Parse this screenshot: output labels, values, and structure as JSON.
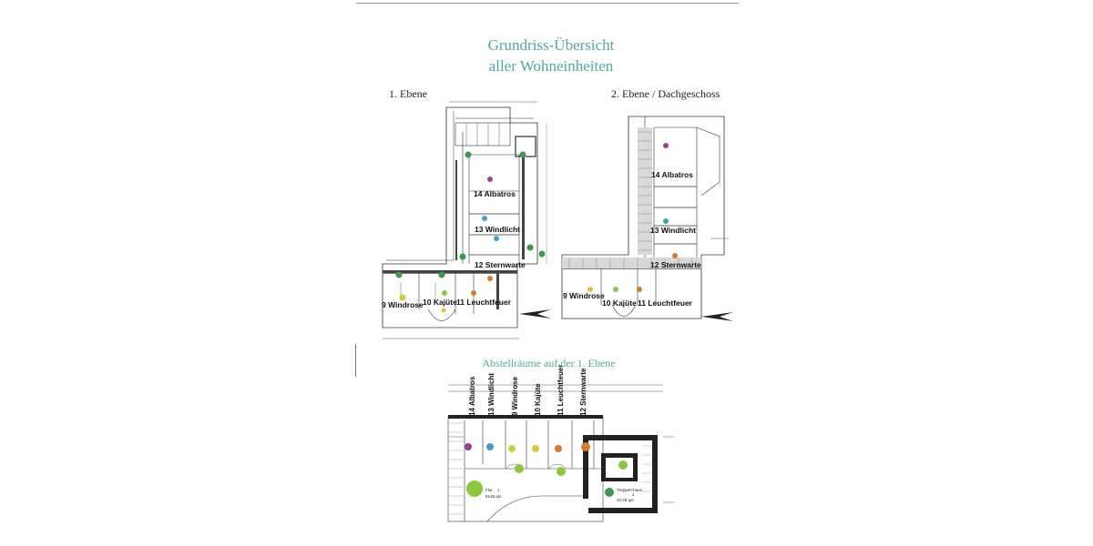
{
  "title": {
    "line1": "Grundriss-Übersicht",
    "line2": "aller Wohneinheiten"
  },
  "levels": {
    "first": "1. Ebene",
    "second": "2. Ebene / Dachgeschoss"
  },
  "plan1_units": [
    "14 Albatros",
    "13 Windlicht",
    "12 Sternwarte",
    "9 Windrose",
    "10 Kajüte",
    "11 Leuchtfeuer"
  ],
  "plan2_units": [
    "14 Albatros",
    "13 Windlicht",
    "12 Sternwarte",
    "9 Windrose",
    "10 Kajüte",
    "11 Leuchtfeuer"
  ],
  "storage": {
    "title": "Abstellräume auf der 1. Ebene",
    "columns": [
      "14 Albatros",
      "13 Windlicht",
      "9 Windrose",
      "10 Kajüte",
      "11 Leuchtfeuer",
      "12 Sternwarte"
    ],
    "flur": {
      "name": "Flur",
      "number": "1",
      "area": "6148 qm"
    },
    "treppenhaus": {
      "name": "Treppen-haus",
      "number": "1",
      "area": "10.29 qm"
    }
  },
  "colors": {
    "accent_title": "#4fa8a3",
    "dot_green": "#3a9a4a",
    "dot_purple": "#9a3f9a",
    "dot_teal": "#3fa3b8",
    "dot_orange": "#d87a2a",
    "dot_yellow": "#d8c83a",
    "dot_lightgreen": "#8cc63f"
  }
}
